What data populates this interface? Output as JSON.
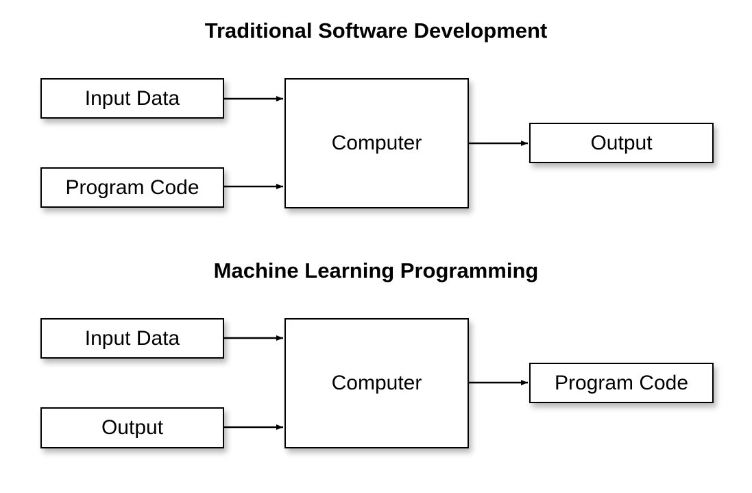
{
  "diagrams": [
    {
      "title": "Traditional Software Development",
      "inputs": [
        "Input Data",
        "Program Code"
      ],
      "processor": "Computer",
      "output": "Output"
    },
    {
      "title": "Machine Learning Programming",
      "inputs": [
        "Input Data",
        "Output"
      ],
      "processor": "Computer",
      "output": "Program Code"
    }
  ],
  "colors": {
    "stroke": "#000000",
    "background": "#ffffff"
  }
}
